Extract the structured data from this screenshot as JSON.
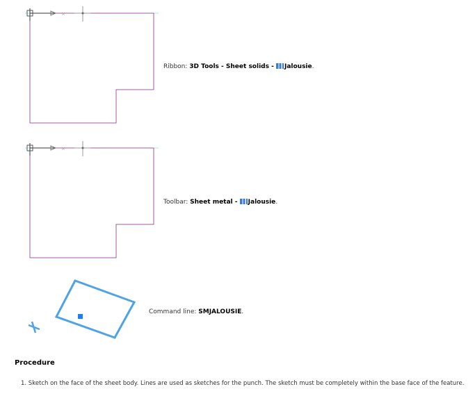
{
  "rows": [
    {
      "prefix": "Ribbon: ",
      "path": "3D Tools - Sheet solids - ",
      "item": "Jalousie",
      "suffix": "."
    },
    {
      "prefix": "Toolbar: ",
      "path": "Sheet metal - ",
      "item": "Jalousie",
      "suffix": "."
    },
    {
      "prefix": "Command line: ",
      "path": "SMJALOUSIE",
      "suffix": "."
    }
  ],
  "procedure": {
    "title": "Procedure",
    "step1": "1. Sketch on the face of the sheet body. Lines are used as sketches for the punch. The sketch must be completely within the base face of the feature."
  },
  "colors": {
    "profile": "#a05aa0",
    "highlight": "#4ea3e8"
  }
}
